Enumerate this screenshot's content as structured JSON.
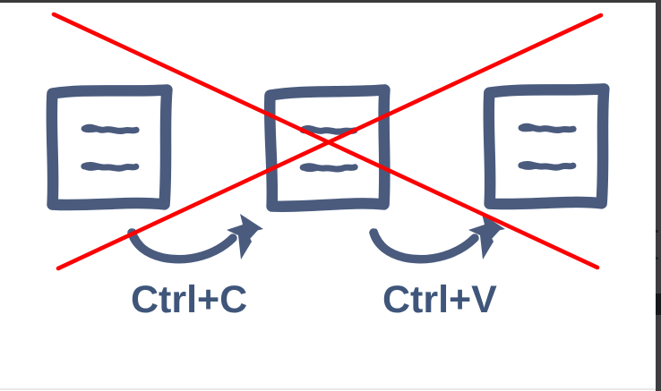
{
  "slide": {
    "labels": {
      "copy": "Ctrl+C",
      "paste": "Ctrl+V"
    },
    "icons": [
      "document-icon-left",
      "document-icon-middle",
      "document-icon-right",
      "copy-arrow-icon",
      "paste-arrow-icon",
      "prohibition-cross-icon"
    ],
    "colors": {
      "sketch_blue": "#4a5b7e",
      "label_blue": "#3f567a",
      "cross_red": "#fb0202",
      "window_edge_gray": "#3e3e40",
      "bottom_divider_gray": "#e9e9e9",
      "background": "#ffffff"
    }
  }
}
